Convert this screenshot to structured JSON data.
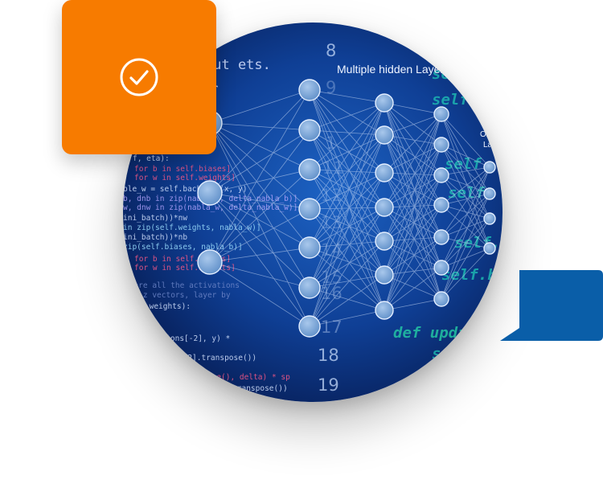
{
  "illustration": {
    "layer_label": "Multiple hidden Layers",
    "output_label_top": "Ou",
    "output_label_bottom": "Lay",
    "numbers": [
      "8",
      "9",
      "1",
      "11",
      "12",
      "13",
      "14",
      "15",
      "16",
      "17",
      "18",
      "19"
    ],
    "code_left": [
      "out ets.",
      "er",
      "f, eta):",
      "for b in self.biases]",
      "for w in self.weights]",
      "ble_w = self.backprop(x, y)",
      "b, dnb in zip(nabla_b, delta_nabla_b)]",
      "w, dnw in zip(nabla_w, delta_nabla_w)]",
      "ini_batch))*nw",
      "in zip(self.weights, nabla_w)]",
      "ini_batch))*nb",
      "zip(self.biases, nabla_b)]",
      "for b in self.biases]",
      "for w in self.weights]",
      "store all the activations",
      "the z vectors, layer by",
      "self.weights):",
      "on)",
      "vations[-2], y) *",
      "ions[-2].transpose())",
      "anspose(), delta) * sp",
      "[-l-1].transpose())",
      "y)"
    ],
    "code_right": [
      "self.",
      "self.c",
      "self.",
      "self.",
      "self.",
      "self.bot",
      "def update",
      "se"
    ]
  },
  "colors": {
    "badge": "#f77b00",
    "chat": "#0a5ea8",
    "node": "#6f9cd0",
    "bg_dark": "#061a4f",
    "bg_light": "#1d63c4"
  }
}
